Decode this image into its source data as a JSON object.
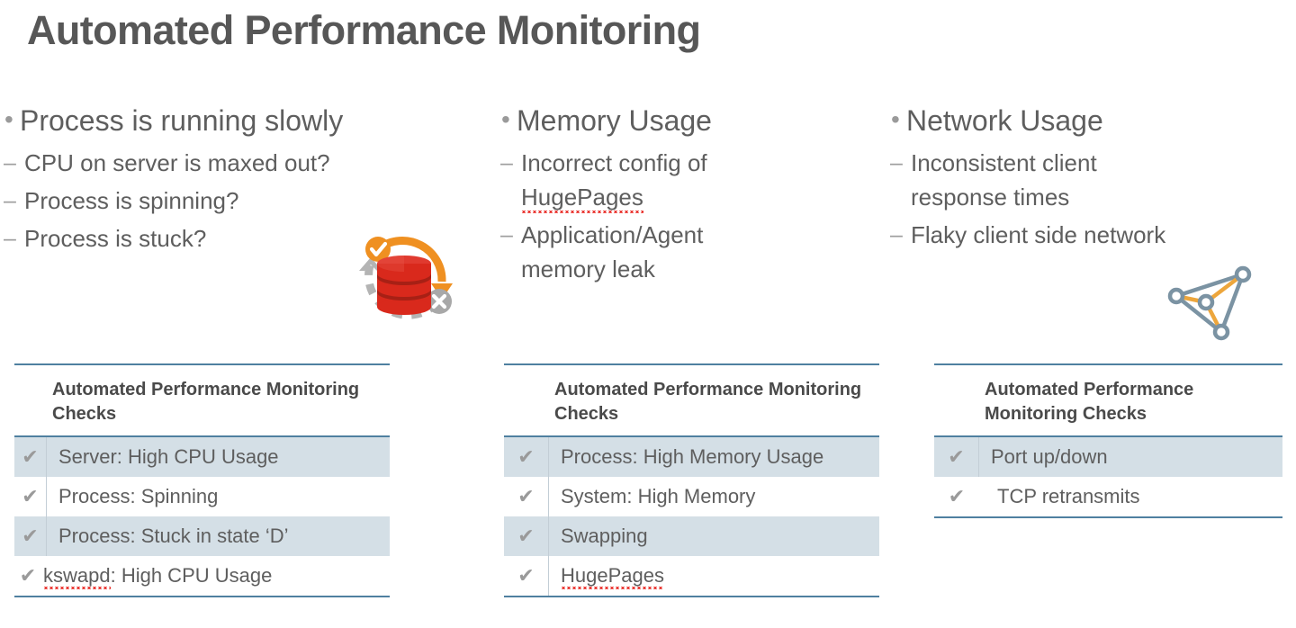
{
  "slide": {
    "title": "Automated Performance Monitoring",
    "accent_color": "#4f80a0",
    "band_color": "#d4dfe6",
    "text_color": "#5e5e5e",
    "title_color": "#575757"
  },
  "columns": [
    {
      "heading": "Process is running slowly",
      "sub_items": [
        "CPU on server is maxed out?",
        "Process is spinning?",
        "Process is stuck?"
      ],
      "icon": "database-sync-icon",
      "table": {
        "header": "Automated Performance Monitoring Checks",
        "check_glyph": "✔",
        "rows": [
          {
            "label": "Server: High CPU Usage",
            "checked": true,
            "banded": true,
            "misspelled": false
          },
          {
            "label": "Process: Spinning",
            "checked": true,
            "banded": false,
            "misspelled": false
          },
          {
            "label": "Process: Stuck in state ‘D’",
            "checked": true,
            "banded": true,
            "misspelled": false
          },
          {
            "label": "kswapd: High CPU Usage",
            "checked": true,
            "banded": false,
            "misspelled": true,
            "misspelled_word": "kswapd"
          }
        ]
      }
    },
    {
      "heading": "Memory Usage",
      "sub_items": [
        "Incorrect config of HugePages",
        "Application/Agent memory leak"
      ],
      "sub_misspelled_word": "HugePages",
      "table": {
        "header": "Automated Performance Monitoring Checks",
        "check_glyph": "✔",
        "rows": [
          {
            "label": "Process: High Memory Usage",
            "checked": true,
            "banded": true,
            "misspelled": false
          },
          {
            "label": "System: High Memory",
            "checked": true,
            "banded": false,
            "misspelled": false
          },
          {
            "label": "Swapping",
            "checked": true,
            "banded": true,
            "misspelled": false
          },
          {
            "label": "HugePages",
            "checked": true,
            "banded": false,
            "misspelled": true,
            "misspelled_word": "HugePages"
          }
        ]
      }
    },
    {
      "heading": "Network Usage",
      "sub_items": [
        "Inconsistent client response times",
        "Flaky client side network"
      ],
      "icon": "network-nodes-icon",
      "table": {
        "header": "Automated Performance Monitoring Checks",
        "check_glyph": "✔",
        "rows": [
          {
            "label": "Port up/down",
            "checked": true,
            "banded": true,
            "misspelled": false
          },
          {
            "label": "TCP retransmits",
            "checked": true,
            "banded": false,
            "misspelled": false
          }
        ]
      }
    }
  ]
}
